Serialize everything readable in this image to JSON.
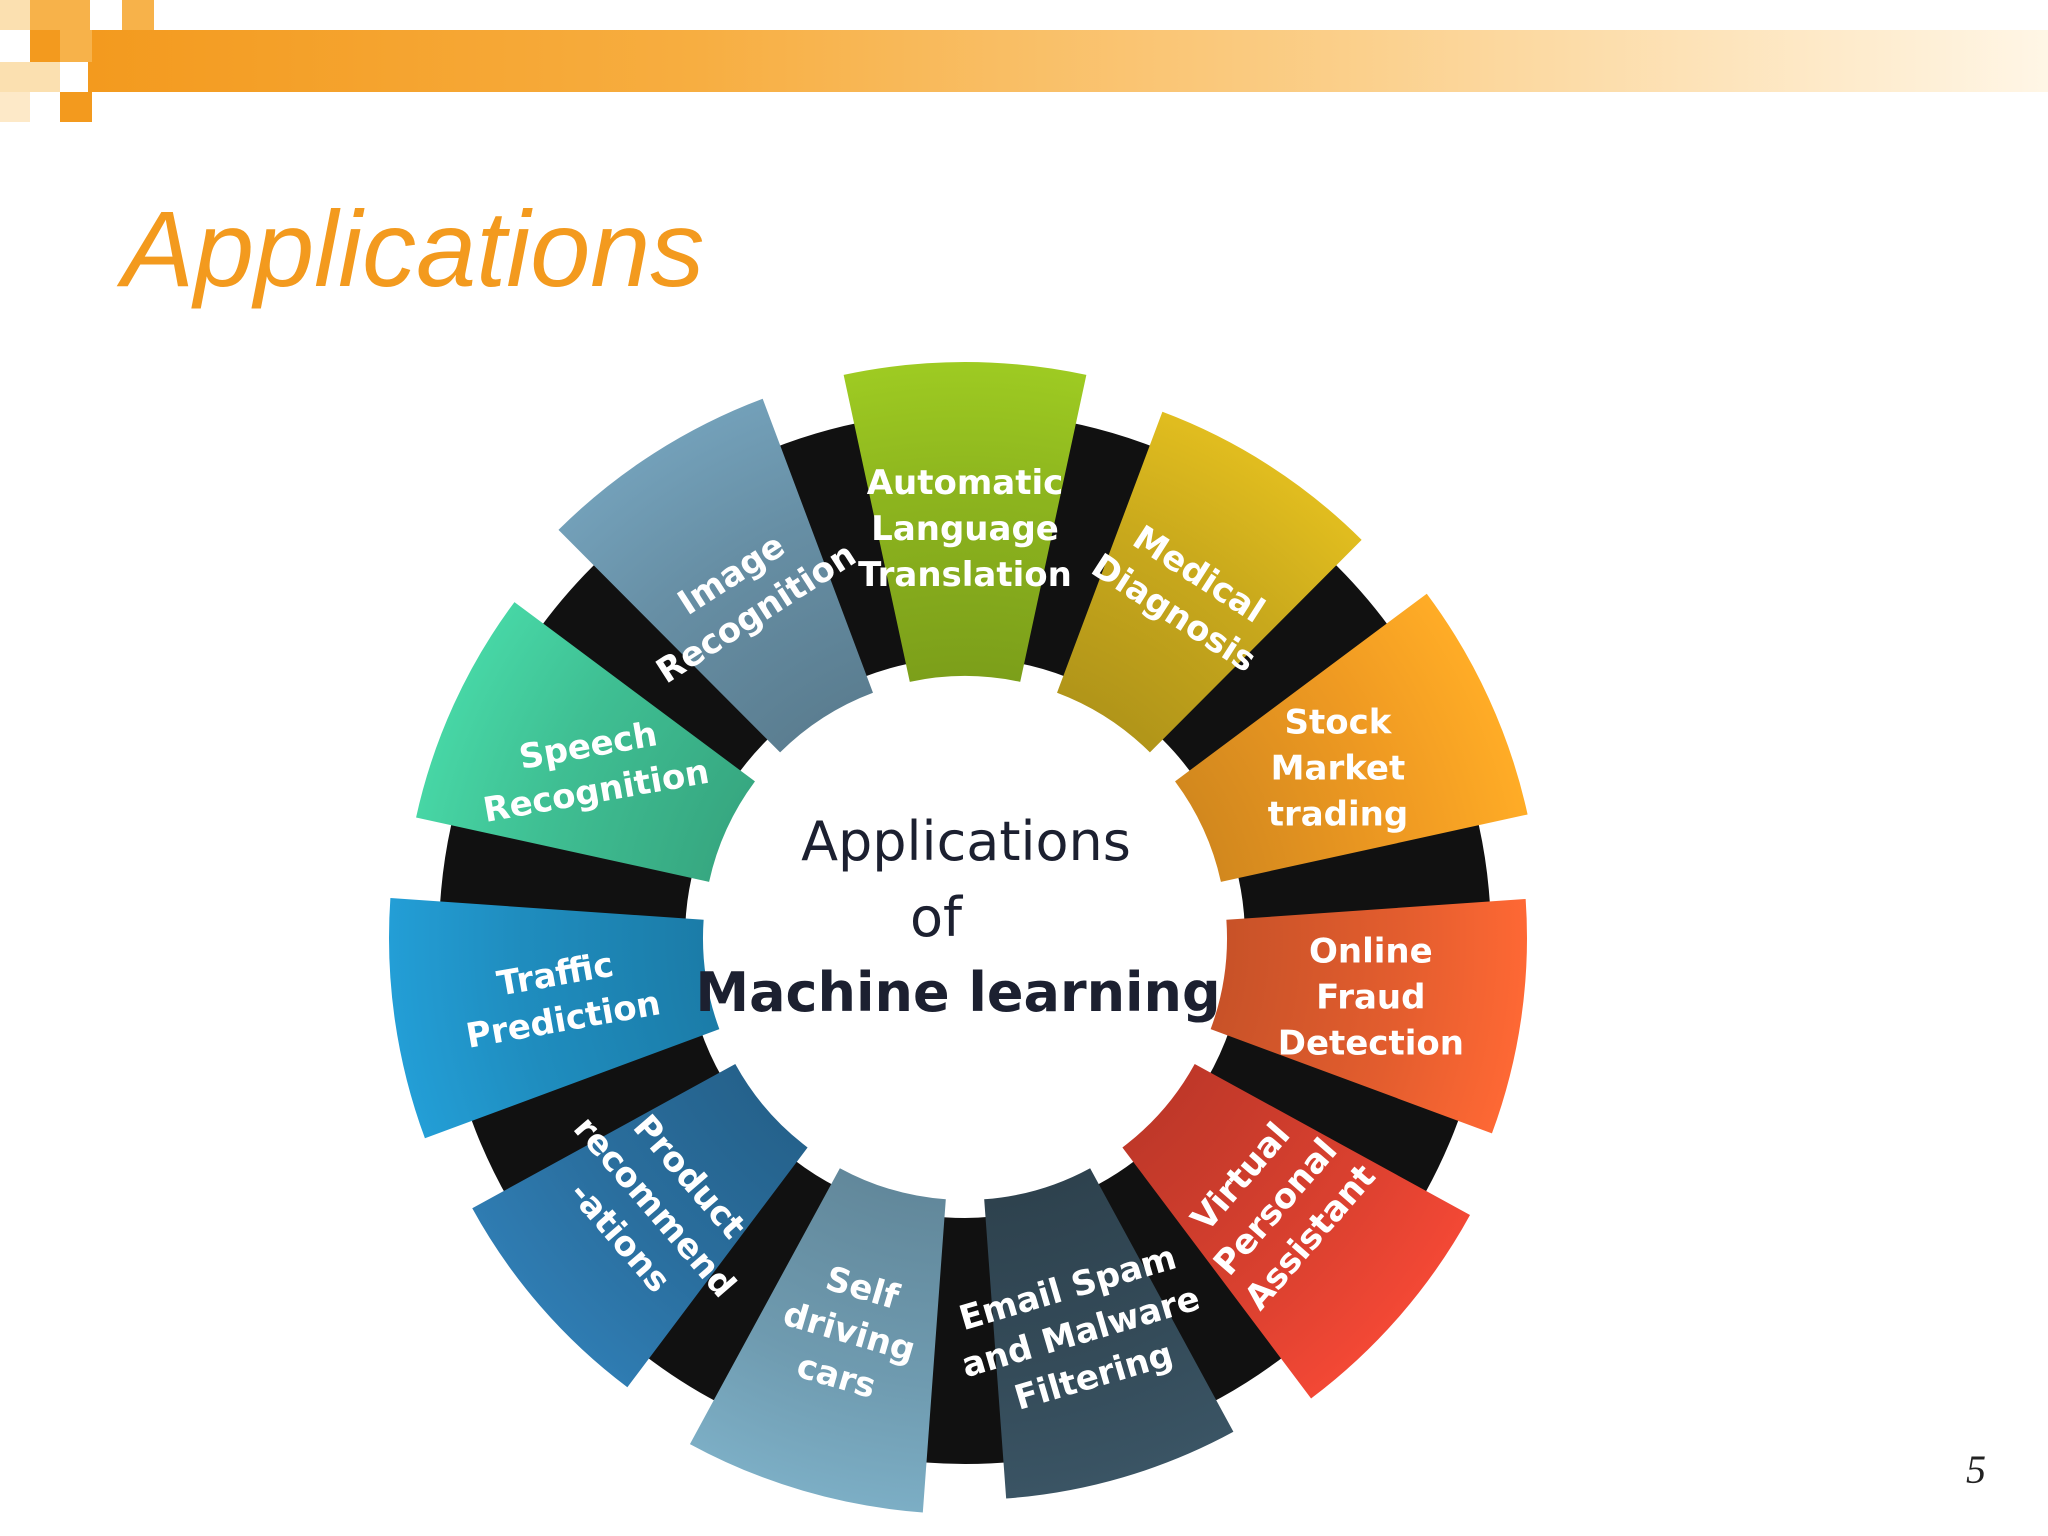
{
  "slide": {
    "title": "Applications",
    "page_number": "5"
  },
  "diagram": {
    "center": {
      "line1": "Applications",
      "line2": "of",
      "line3": "Machine learning"
    },
    "segments": [
      {
        "name": "automatic-language-translation",
        "lines": [
          "Automatic",
          "Language",
          "Translation"
        ],
        "color": "#8db51e"
      },
      {
        "name": "medical-diagnosis",
        "lines": [
          "Medical",
          "Diagnosis"
        ],
        "color": "#c9a91c"
      },
      {
        "name": "stock-market-trading",
        "lines": [
          "Stock",
          "Market",
          "trading"
        ],
        "color": "#ef9a22"
      },
      {
        "name": "online-fraud-detection",
        "lines": [
          "Online",
          "Fraud",
          "Detection"
        ],
        "color": "#e35d2e"
      },
      {
        "name": "virtual-personal-assistant",
        "lines": [
          "Virtual",
          "Personal",
          "Assistant"
        ],
        "color": "#d9402f"
      },
      {
        "name": "email-spam-malware-filtering",
        "lines": [
          "Email Spam",
          "and Malware",
          "Filtering"
        ],
        "color": "#344b59"
      },
      {
        "name": "self-driving-cars",
        "lines": [
          "Self",
          "driving",
          "cars"
        ],
        "color": "#6f9bb0"
      },
      {
        "name": "product-recommendations",
        "lines": [
          "Product",
          "recommend",
          "-ations"
        ],
        "color": "#2a6f9f"
      },
      {
        "name": "traffic-prediction",
        "lines": [
          "Traffic",
          "Prediction"
        ],
        "color": "#1f8dbf"
      },
      {
        "name": "speech-recognition",
        "lines": [
          "Speech",
          "Recognition"
        ],
        "color": "#3fbf93"
      },
      {
        "name": "image-recognition",
        "lines": [
          "Image",
          "Recognition"
        ],
        "color": "#678fa5"
      }
    ]
  }
}
